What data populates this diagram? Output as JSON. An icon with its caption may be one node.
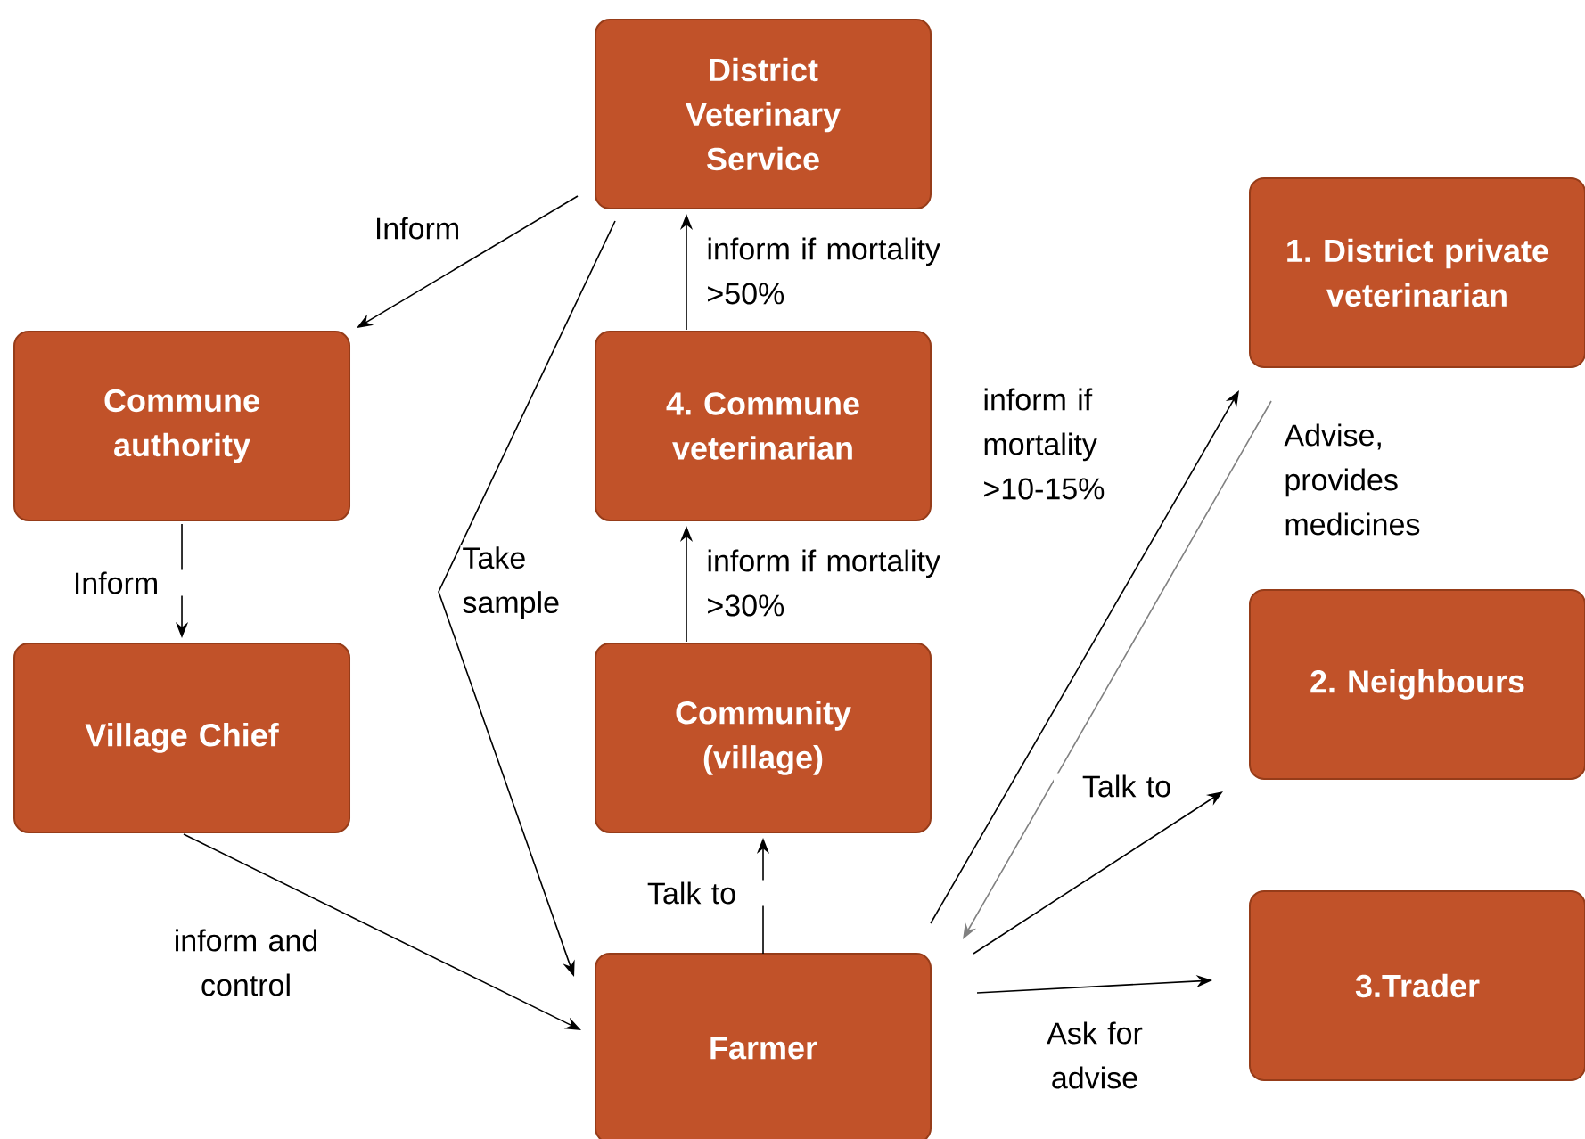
{
  "diagram": {
    "nodes": [
      {
        "text": [
          "District Veterinary Service"
        ]
      },
      {
        "text": [
          "Commune authority"
        ]
      },
      {
        "text": [
          "4. Commune veterinarian"
        ]
      },
      {
        "text": [
          "1. District private veterinarian"
        ]
      },
      {
        "text": [
          "Village Chief"
        ]
      },
      {
        "text": [
          "Community (village)"
        ]
      },
      {
        "text": [
          "2. Neighbours"
        ]
      },
      {
        "text": [
          "Farmer"
        ]
      },
      {
        "text": [
          "3.Trader"
        ]
      }
    ],
    "edges": [
      {
        "from": 0,
        "to": 1,
        "arrow": "to",
        "label": "Inform"
      },
      {
        "from": 1,
        "to": 4,
        "arrow": "to",
        "label": "Inform"
      },
      {
        "from": 0,
        "to": 7,
        "arrow": "to",
        "label": "Take sample"
      },
      {
        "from": 2,
        "to": 0,
        "arrow": "to",
        "label": "inform if mortality >50%"
      },
      {
        "from": 5,
        "to": 2,
        "arrow": "to",
        "label": "inform if mortality >30%"
      },
      {
        "from": 7,
        "to": 5,
        "arrow": "to",
        "label": "Talk to"
      },
      {
        "from": 4,
        "to": 7,
        "arrow": "to",
        "label": "inform and control"
      },
      {
        "from": 7,
        "to": 3,
        "arrow": "to",
        "label": "inform if mortality >10-15%"
      },
      {
        "from": 3,
        "to": 7,
        "arrow": "to",
        "label": "Advise, provides medicines",
        "color": "#808080"
      },
      {
        "from": 7,
        "to": 6,
        "arrow": "to",
        "label": "Talk to"
      },
      {
        "from": 7,
        "to": 8,
        "arrow": "to",
        "label": "Ask for advise"
      }
    ]
  }
}
